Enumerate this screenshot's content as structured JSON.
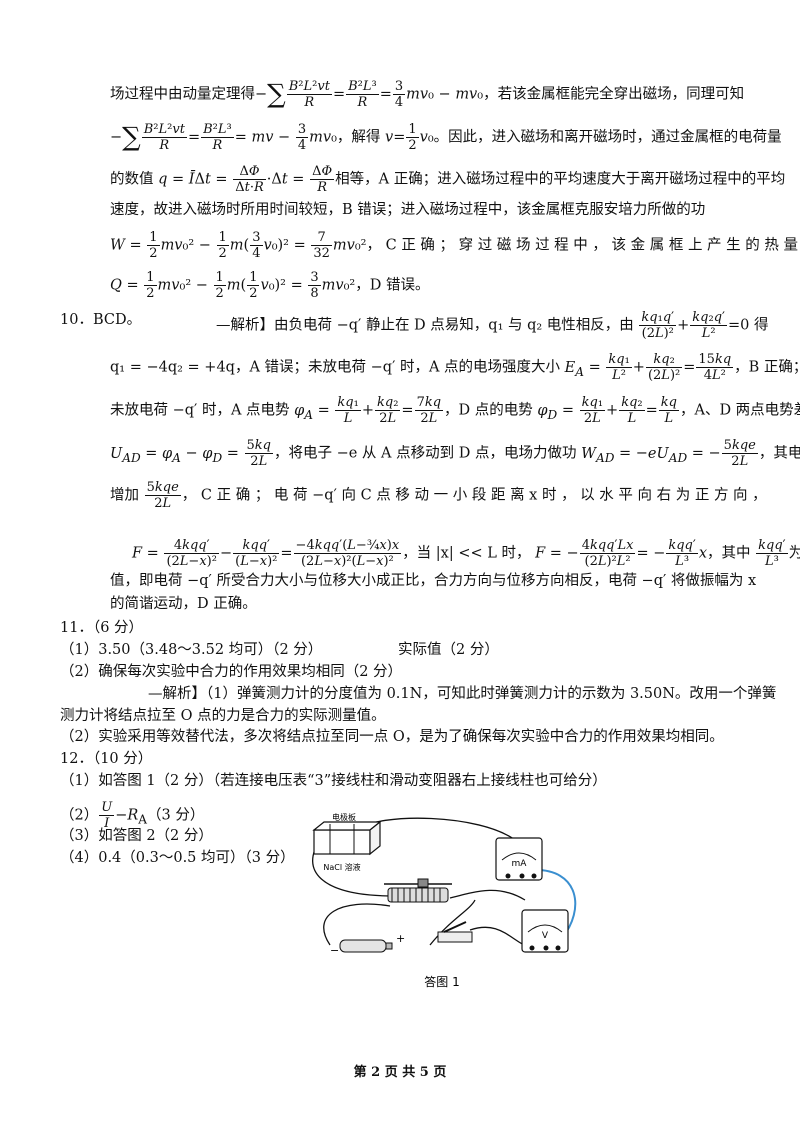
{
  "p9": {
    "l1a": "场过程中由动量定理得",
    "l1b": "，若该金属框能完全穿出磁场，同理可知",
    "l2a": "，解得",
    "l2b": "。因此，进入磁场和离开磁场时，通过金属框的电荷量",
    "l3a": "的数值",
    "l3b": "相等，A 正确；进入磁场过程中的平均速度大于离开磁场过程中的平均",
    "l4": "速度，故进入磁场时所用时间较短，B 错误；进入磁场过程中，该金属框克服安培力所做的功",
    "l5b": "，  C  正  确 ；  穿  过  磁  场  过  程  中 ，  该  金  属  框  上  产  生  的  热  量",
    "l6b": "，D 错误。"
  },
  "q10": {
    "num": "10．BCD。",
    "tag": "—解析】",
    "l1a": "由负电荷 −q′ 静止在 D 点易知，q₁ 与 q₂ 电性相反，由",
    "l1b": "得",
    "l2a": "q₁ = −4q₂ = +4q，A 错误；未放电荷 −q′ 时，A 点的电场强度大小",
    "l2b": "，B 正确；",
    "l3a": "未放电荷 −q′ 时，A 点电势",
    "l3b": "，D 点的电势",
    "l3c": "，A、D 两点电势差",
    "l4a": "，将电子 −e 从 A 点移动到 D 点，电场力做功",
    "l4b": "，其电势能",
    "l5a": "增加",
    "l5b": "，  C  正 确 ；  电 荷 −q′ 向 C 点 移 动 一 小 段 距 离 x 时 ， 以 水 平 向 右 为 正 方 向 ，",
    "l6a": "，当 |x| << L 时，",
    "l6b": "，其中",
    "l6c": "为定",
    "l7": "值，即电荷 −q′ 所受合力大小与位移大小成正比，合力方向与位移方向相反，电荷 −q′ 将做振幅为 x",
    "l8": "的简谐运动，D 正确。"
  },
  "q11": {
    "head": "11．（6 分）",
    "a1": "（1）3.50（3.48～3.52 均可）（2 分）",
    "a1b": "实际值（2 分）",
    "a2": "（2）确保每次实验中合力的作用效果均相同（2 分）",
    "tag": "—解析】",
    "e1": "（1）弹簧测力计的分度值为 0.1N，可知此时弹簧测力计的示数为 3.50N。改用一个弹簧",
    "e2": "测力计将结点拉至 O 点的力是合力的实际测量值。",
    "e3": "（2）实验采用等效替代法，多次将结点拉至同一点 O，是为了确保每次实验中合力的作用效果均相同。"
  },
  "q12": {
    "head": "12．（10 分）",
    "a1": "（1）如答图 1（2 分）（若连接电压表“3”接线柱和滑动变阻器右上接线柱也可给分）",
    "a2a": "（2）",
    "a2b": "（3 分）",
    "a3": "（3）如答图 2（2 分）",
    "a4": "（4）0.4（0.3～0.5 均可）（3 分）",
    "fig": {
      "caption": "答图 1",
      "electrode": "电极板",
      "solution": "NaCl 溶液",
      "ammeter": "mA",
      "voltmeter": "V",
      "minus": "−",
      "plus": "+",
      "wire_color": "#3a8fd0"
    }
  },
  "footer": "第 2 页 共 5 页"
}
